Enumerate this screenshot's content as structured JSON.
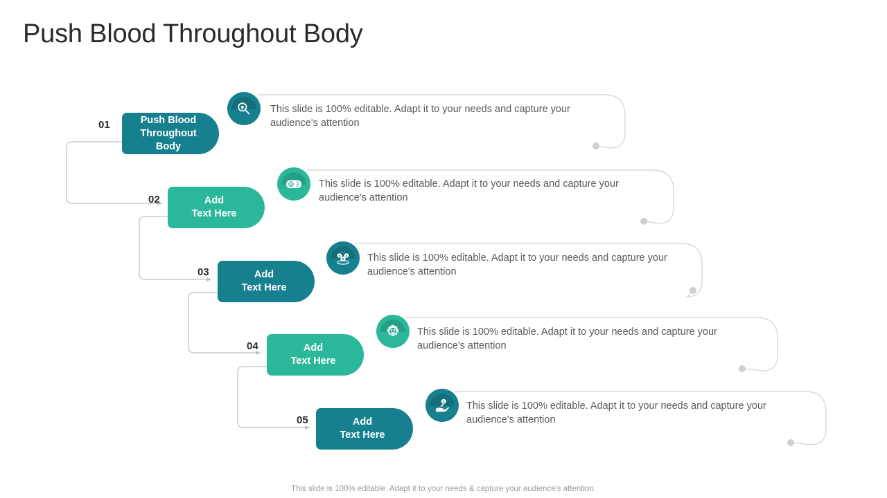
{
  "slide": {
    "title": "Push Blood Throughout Body",
    "footer_note": "This slide is 100% editable. Adapt it to your needs & capture your audience's attention.",
    "colors": {
      "dark_teal": "#17808E",
      "green_teal": "#2BB79A",
      "title_text": "#2B2B2B",
      "body_text": "#58595B",
      "connector_line": "#BFBFBF",
      "footer_text": "#9A9A9A",
      "background": "#FFFFFF"
    }
  },
  "steps": [
    {
      "number": "01",
      "label": "Push Blood\nThroughout Body",
      "description": "This slide is 100% editable. Adapt it to your needs and capture your audience's attention",
      "theme": "dark",
      "icon": "magnifier-idea-icon"
    },
    {
      "number": "02",
      "label": "Add\nText Here",
      "description": "This slide is 100% editable. Adapt it to your needs and capture your audience's attention",
      "theme": "green",
      "icon": "banknote-money-icon"
    },
    {
      "number": "03",
      "label": "Add\nText Here",
      "description": "This slide is 100% editable. Adapt it to your needs and capture your audience's attention",
      "theme": "dark",
      "icon": "coins-stack-icon"
    },
    {
      "number": "04",
      "label": "Add\nText Here",
      "description": "This slide is 100% editable. Adapt it to your needs and capture your audience's attention",
      "theme": "green",
      "icon": "gear-settings-icon"
    },
    {
      "number": "05",
      "label": "Add\nText Here",
      "description": "This slide is 100% editable. Adapt it to your needs and capture your audience's attention",
      "theme": "dark",
      "icon": "hand-holding-money-icon"
    }
  ]
}
